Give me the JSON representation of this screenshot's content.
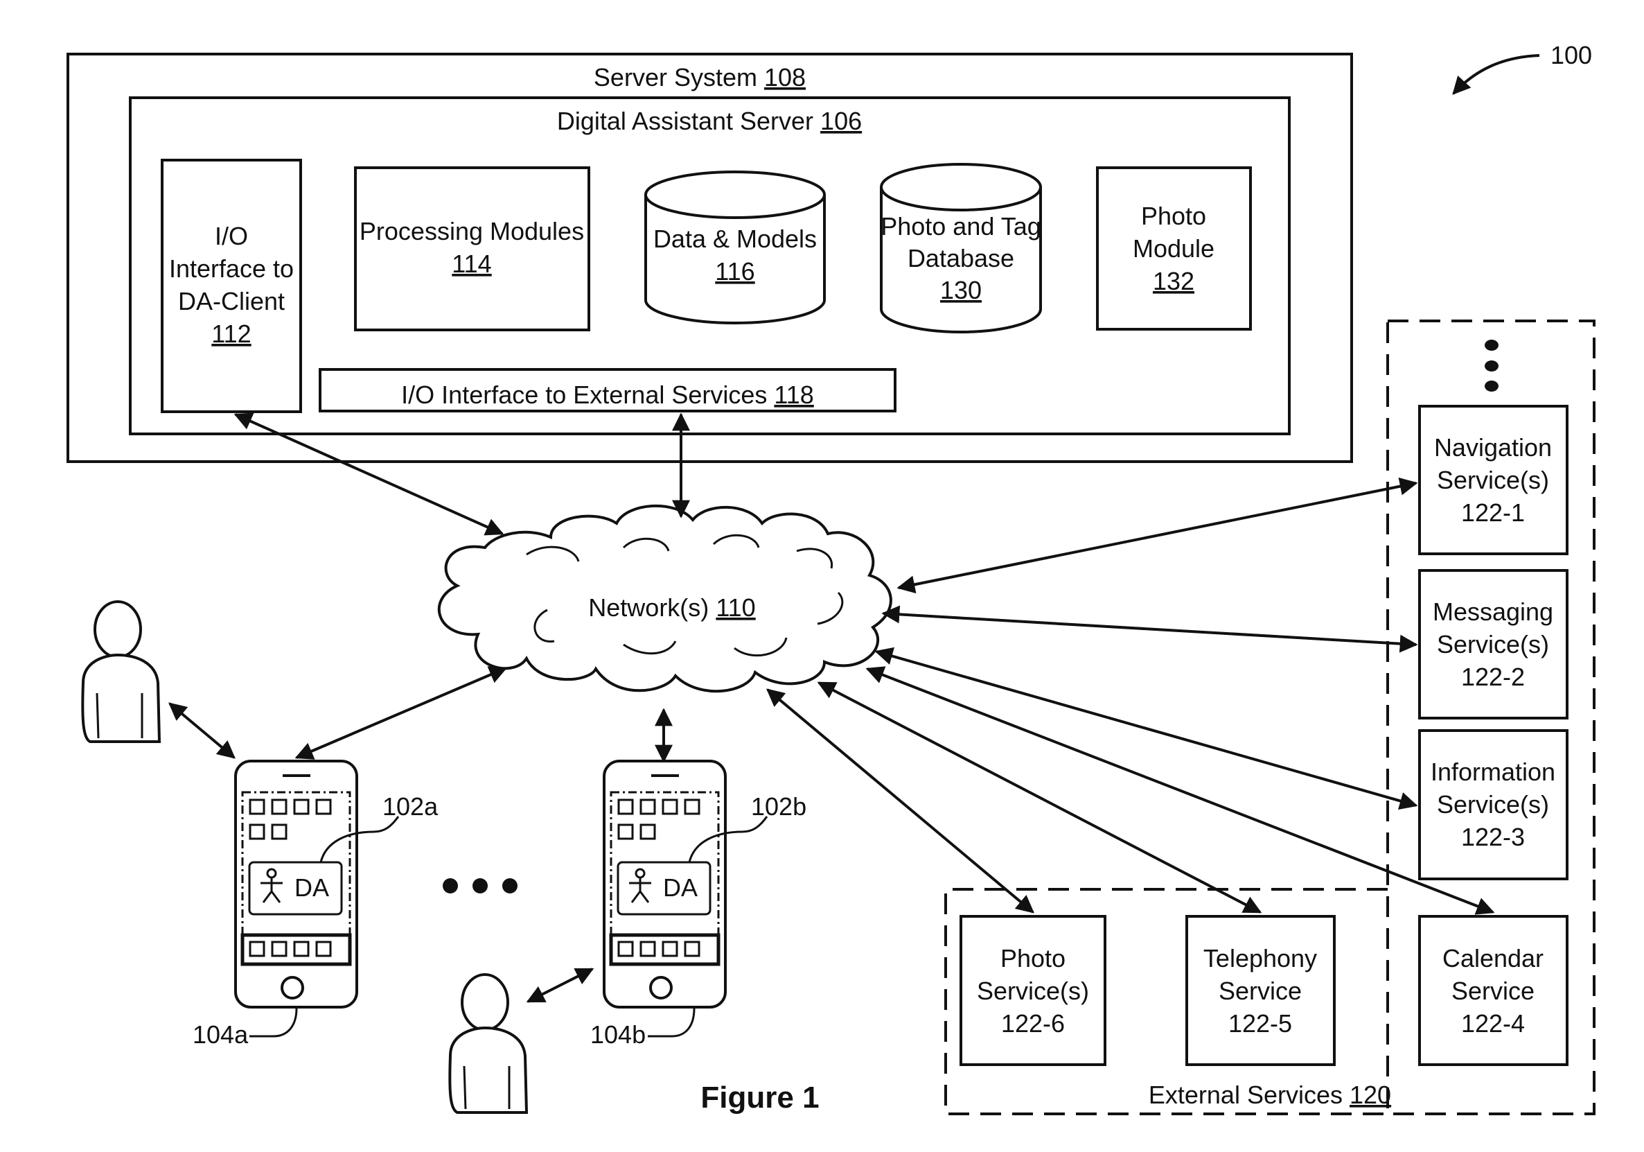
{
  "figure_ref": "100",
  "figure_caption": "Figure 1",
  "server_system": {
    "label": "Server System",
    "ref": "108"
  },
  "da_server": {
    "label": "Digital Assistant Server",
    "ref": "106"
  },
  "io_client": {
    "line1": "I/O",
    "line2": "Interface to",
    "line3": "DA-Client",
    "ref": "112"
  },
  "processing": {
    "line1": "Processing Modules",
    "ref": "114"
  },
  "data_models": {
    "line1": "Data & Models",
    "ref": "116"
  },
  "photo_tag_db": {
    "line1": "Photo and Tag",
    "line2": "Database",
    "ref": "130"
  },
  "photo_module": {
    "line1": "Photo",
    "line2": "Module",
    "ref": "132"
  },
  "io_external": {
    "label": "I/O Interface to External Services",
    "ref": "118"
  },
  "network": {
    "label": "Network(s)",
    "ref": "110"
  },
  "external_services": {
    "label": "External Services",
    "ref": "120"
  },
  "services": {
    "navigation": {
      "line1": "Navigation",
      "line2": "Service(s)",
      "line3": "122-1"
    },
    "messaging": {
      "line1": "Messaging",
      "line2": "Service(s)",
      "line3": "122-2"
    },
    "information": {
      "line1": "Information",
      "line2": "Service(s)",
      "line3": "122-3"
    },
    "calendar": {
      "line1": "Calendar",
      "line2": "Service",
      "line3": "122-4"
    },
    "telephony": {
      "line1": "Telephony",
      "line2": "Service",
      "line3": "122-5"
    },
    "photo": {
      "line1": "Photo",
      "line2": "Service(s)",
      "line3": "122-6"
    }
  },
  "devices": {
    "a": {
      "da_label": "DA",
      "app_ref": "102a",
      "device_ref": "104a"
    },
    "b": {
      "da_label": "DA",
      "app_ref": "102b",
      "device_ref": "104b"
    }
  }
}
